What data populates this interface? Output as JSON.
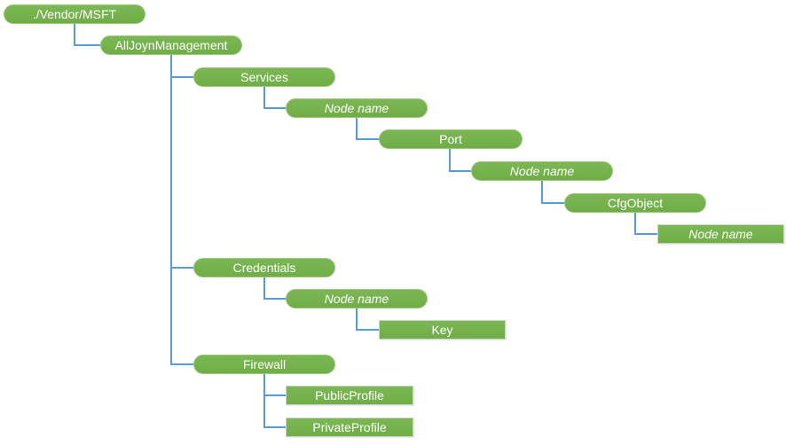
{
  "diagram": {
    "type": "tree",
    "colors": {
      "node_fill": "#70ad47",
      "node_fill_light": "#7cb755",
      "node_text": "#ffffff",
      "pill_border": "#9cc77c",
      "rect_border": "#cfd4ca",
      "connector": "#5b9bd5",
      "background": "#ffffff"
    },
    "nodes": [
      {
        "id": "vendor-msft",
        "label": "./Vendor/MSFT",
        "shape": "pill",
        "italic": false,
        "parent": null
      },
      {
        "id": "alljoyn-management",
        "label": "AllJoynManagement",
        "shape": "pill",
        "italic": false,
        "parent": "vendor-msft"
      },
      {
        "id": "services",
        "label": "Services",
        "shape": "pill",
        "italic": false,
        "parent": "alljoyn-management"
      },
      {
        "id": "services-node-name",
        "label": "Node name",
        "shape": "pill",
        "italic": true,
        "parent": "services"
      },
      {
        "id": "port",
        "label": "Port",
        "shape": "pill",
        "italic": false,
        "parent": "services-node-name"
      },
      {
        "id": "port-node-name",
        "label": "Node name",
        "shape": "pill",
        "italic": true,
        "parent": "port"
      },
      {
        "id": "cfg-object",
        "label": "CfgObject",
        "shape": "pill",
        "italic": false,
        "parent": "port-node-name"
      },
      {
        "id": "cfg-object-node-name",
        "label": "Node name",
        "shape": "rect",
        "italic": true,
        "parent": "cfg-object"
      },
      {
        "id": "credentials",
        "label": "Credentials",
        "shape": "pill",
        "italic": false,
        "parent": "alljoyn-management"
      },
      {
        "id": "credentials-node-name",
        "label": "Node name",
        "shape": "pill",
        "italic": true,
        "parent": "credentials"
      },
      {
        "id": "key",
        "label": "Key",
        "shape": "rect",
        "italic": false,
        "parent": "credentials-node-name"
      },
      {
        "id": "firewall",
        "label": "Firewall",
        "shape": "pill",
        "italic": false,
        "parent": "alljoyn-management"
      },
      {
        "id": "public-profile",
        "label": "PublicProfile",
        "shape": "rect",
        "italic": false,
        "parent": "firewall"
      },
      {
        "id": "private-profile",
        "label": "PrivateProfile",
        "shape": "rect",
        "italic": false,
        "parent": "firewall"
      }
    ]
  }
}
